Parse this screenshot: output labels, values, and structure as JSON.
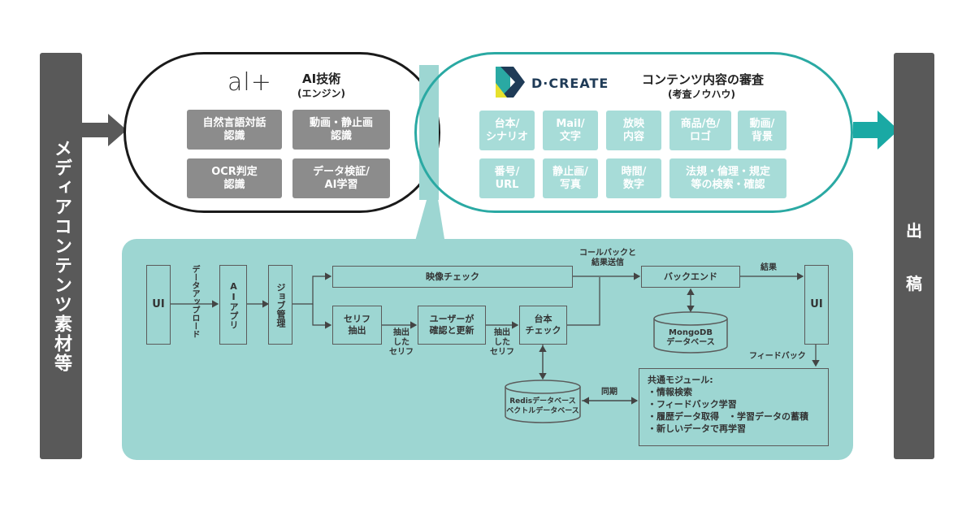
{
  "left_bar": "メディアコンテンツ素材等",
  "right_bar": [
    "出",
    "稿"
  ],
  "ai": {
    "logo": "al+",
    "title": "AI技術",
    "subtitle": "(エンジン)",
    "boxes": [
      [
        "自然言語対話",
        "認識"
      ],
      [
        "動画・静止画",
        "認識"
      ],
      [
        "OCR判定",
        "認識"
      ],
      [
        "データ検証/",
        "AI学習"
      ]
    ]
  },
  "dc": {
    "logo": "D·CREATE",
    "title": "コンテンツ内容の審査",
    "subtitle": "(考査ノウハウ)",
    "boxes": [
      [
        "台本/",
        "シナリオ"
      ],
      [
        "Mail/",
        "文字"
      ],
      [
        "放映",
        "内容"
      ],
      [
        "商品/色/",
        "ロゴ"
      ],
      [
        "動画/",
        "背景"
      ],
      [
        "番号/",
        "URL"
      ],
      [
        "静止画/",
        "写真"
      ],
      [
        "時間/",
        "数字"
      ],
      [
        "法規・倫理・規定",
        "等の検索・確認"
      ]
    ]
  },
  "flow": {
    "ui_left": "UI",
    "upload": "データアップロード",
    "ai_app": "AIアプリ",
    "job": "ジョブ管理",
    "video_check": "映像チェック",
    "callback": [
      "コールバックと",
      "結果送信"
    ],
    "backend": "バックエンド",
    "result": "結果",
    "ui_right": "UI",
    "serif_extract": [
      "セリフ",
      "抽出"
    ],
    "user_confirm": [
      "ユーザーが",
      "確認と更新"
    ],
    "script_check": [
      "台本",
      "チェック"
    ],
    "extracted_serif": [
      "抽出",
      "した",
      "セリフ"
    ],
    "mongo": [
      "MongoDB",
      "データベース"
    ],
    "redis": [
      "Redisデータベース",
      "ベクトルデータベース"
    ],
    "sync": "同期",
    "feedback": "フィードバック",
    "common_title": "共通モジュール:",
    "common_items": [
      "・情報検索",
      "・フィードバック学習",
      "・履歴データ取得　・学習データの蓄積",
      "・新しいデータで再学習"
    ]
  },
  "colors": {
    "teal": "#2aa9a3",
    "teal_light": "#9dd6d2",
    "gray_bar": "#595959",
    "gray_box": "#8c8c8c"
  }
}
